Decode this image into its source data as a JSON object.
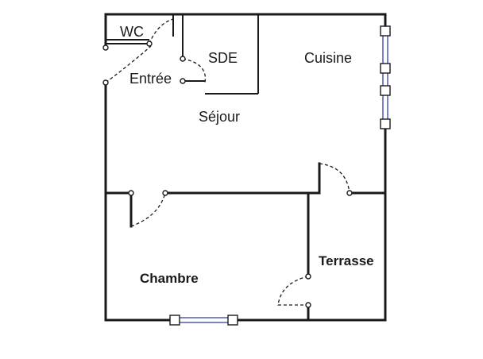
{
  "rooms": {
    "wc": "WC",
    "sde": "SDE",
    "cuisine": "Cuisine",
    "entree": "Entrée",
    "sejour": "Séjour",
    "chambre": "Chambre",
    "terrasse": "Terrasse"
  },
  "colors": {
    "wall": "#1a1a1a",
    "window_glass": "#7b84c9",
    "background": "#ffffff"
  }
}
